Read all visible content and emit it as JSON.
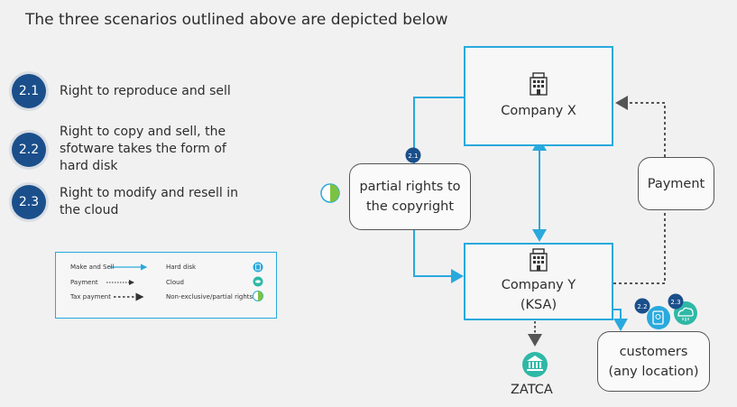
{
  "title": "The three scenarios outlined above are depicted below",
  "scenarios": [
    {
      "number": "2.1",
      "text_lines": [
        "Right to reproduce and sell"
      ]
    },
    {
      "number": "2.2",
      "text_lines": [
        "Right to copy and sell, the",
        "sfotware takes the form of",
        "hard disk"
      ]
    },
    {
      "number": "2.3",
      "text_lines": [
        "Right to modify and resell in",
        "the cloud"
      ]
    }
  ],
  "legend": {
    "make_and_sell": "Make and Sell",
    "payment": "Payment",
    "tax_payment": "Tax payment",
    "hard_disk": "Hard disk",
    "cloud": "Cloud",
    "non_exclusive": "Non-exclusive/partial rights"
  },
  "diagram": {
    "company_x": "Company X",
    "company_y_lines": [
      "Company Y",
      "(KSA)"
    ],
    "partial_rights_lines": [
      "partial rights to",
      "the copyright"
    ],
    "payment": "Payment",
    "customers_lines": [
      "customers",
      "(any location)"
    ],
    "zatca": "ZATCA",
    "marker_2_1": "2.1",
    "marker_2_2": "2.2",
    "marker_2_3": "2.3"
  },
  "colors": {
    "make_and_sell_arrow": "#29a9dd",
    "scenario_badge": "#1a4f8b",
    "icon_teal": "#2fb8a6",
    "dotted_arrow": "#555555"
  },
  "icons": [
    "building-icon",
    "bank-icon",
    "hard-disk-icon",
    "cloud-icon",
    "partial-rights-icon"
  ]
}
